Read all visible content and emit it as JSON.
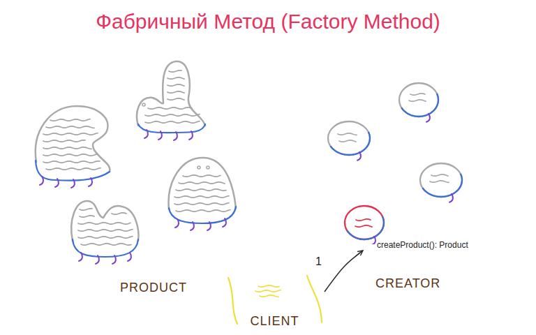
{
  "diagram": {
    "title": "Фабричный Метод (Factory Method)",
    "nodes": [
      {
        "text": [
          "createProduct(): Product"
        ]
      },
      {
        "text": [
          "CLIENT"
        ]
      }
    ],
    "edges": [
      {
        "from": 1,
        "to": 0,
        "arrow": "to",
        "label": "1"
      }
    ],
    "labels": [
      "PRODUCT",
      "CREATOR"
    ]
  }
}
